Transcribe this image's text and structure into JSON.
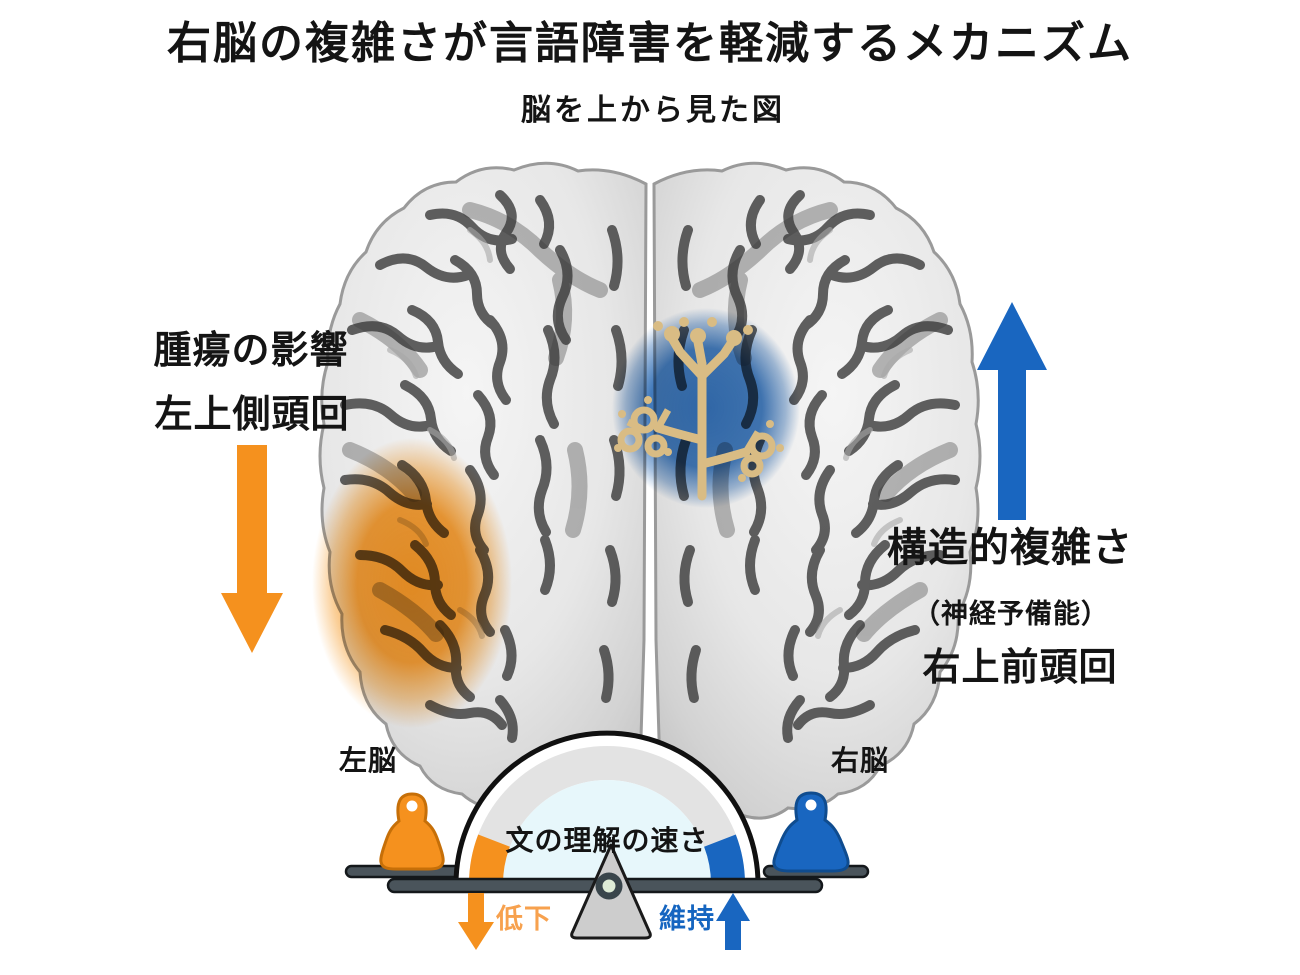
{
  "title": "右脳の複雑さが言語障害を軽減するメカニズム",
  "subtitle": "脳を上から見た図",
  "left_annotation": {
    "effect": "腫瘍の影響",
    "region": "左上側頭回"
  },
  "right_annotation": {
    "quality": "構造的複雑さ",
    "reserve": "（神経予備能）",
    "region": "右上前頭回"
  },
  "balance": {
    "left_label": "左脳",
    "right_label": "右脳",
    "gauge_label": "文の理解の速さ",
    "left_outcome": "低下",
    "right_outcome": "維持"
  },
  "icons": {
    "tumor_highlight": "orange-glow-region",
    "complexity_highlight": "blue-circle-with-dendrite",
    "left_big_arrow": "down-arrow",
    "right_big_arrow": "up-arrow",
    "left_small_arrow": "down-arrow",
    "right_small_arrow": "up-arrow",
    "weights": "kettlebell-weight",
    "fulcrum": "triangle-pivot"
  },
  "colors": {
    "orange": "#F5911E",
    "orange_text": "#F7A14E",
    "blue": "#1966C0",
    "blue_text": "#1565C0",
    "region_blue": "#2E6CB4",
    "dendrite_tan": "#D9BC84",
    "beam_gray": "#4A545B",
    "gauge_inner": "#E7F7FB"
  }
}
